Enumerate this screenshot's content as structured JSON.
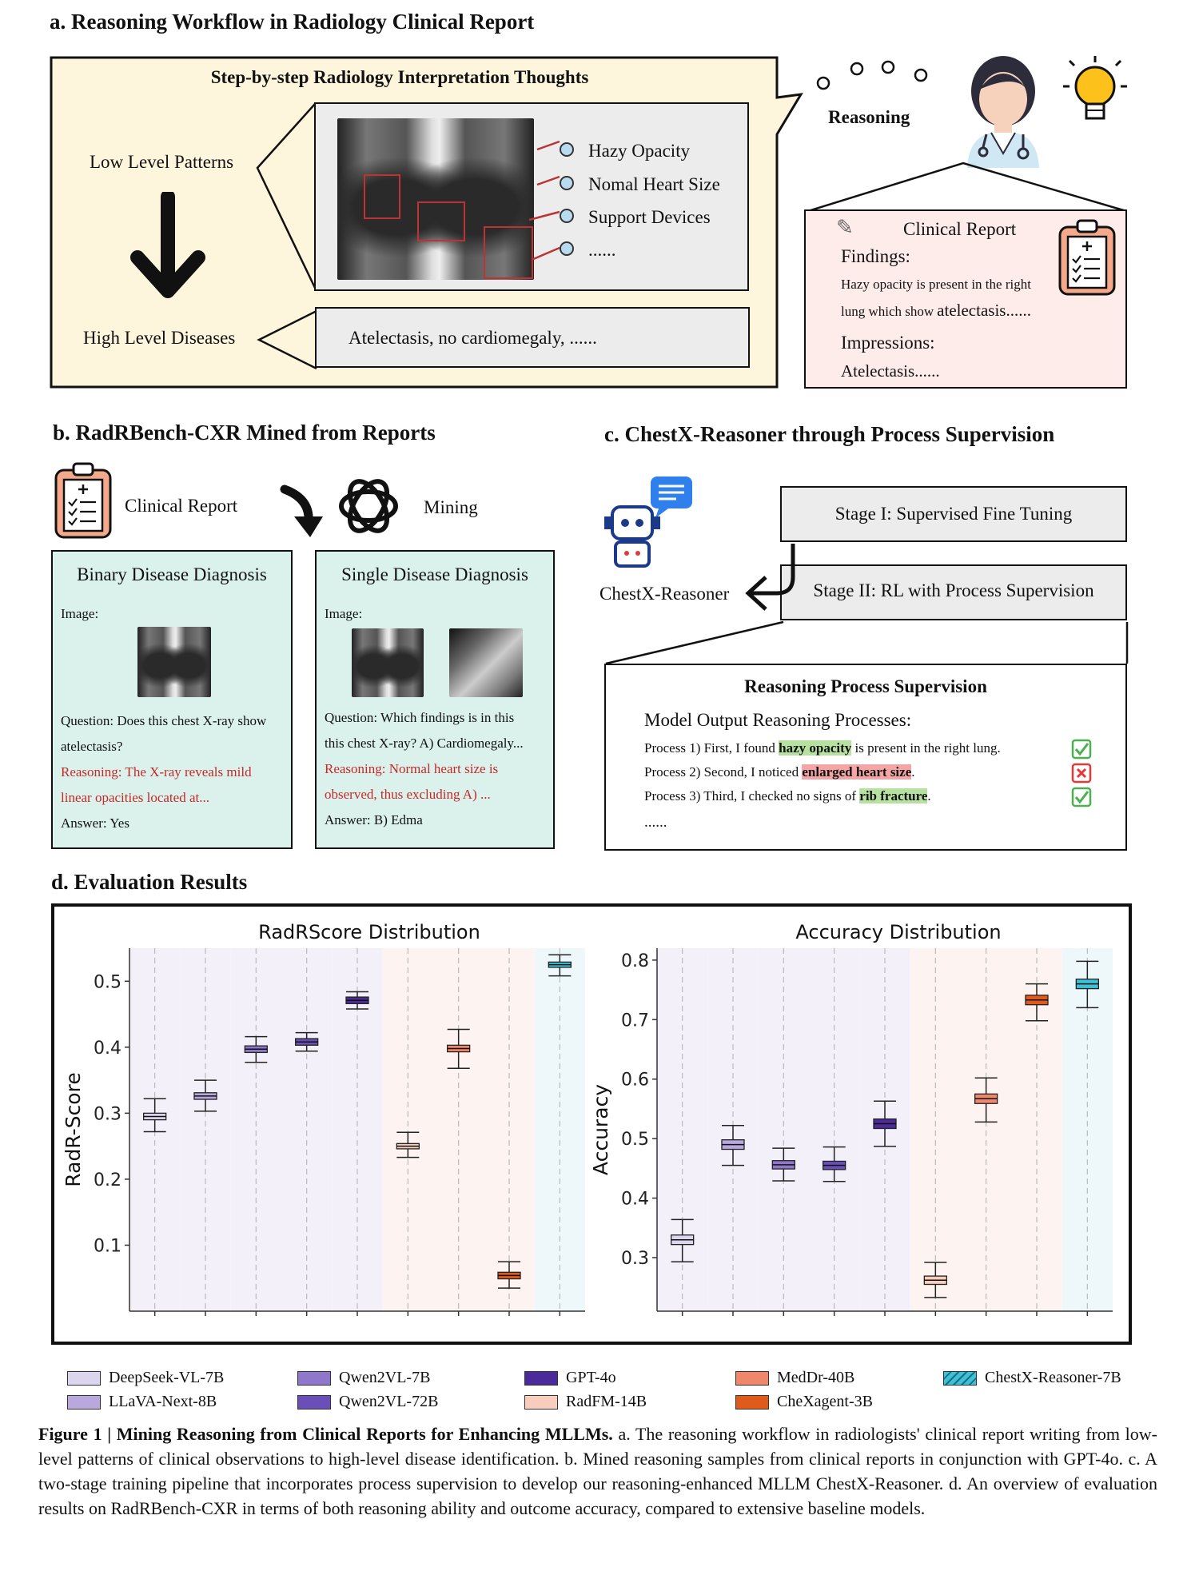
{
  "section_a": {
    "title": "a. Reasoning Workflow in Radiology Clinical Report",
    "box_title": "Step-by-step Radiology Interpretation Thoughts",
    "low_level": "Low Level Patterns",
    "high_level": "High Level Diseases",
    "findings_list": [
      "Hazy Opacity",
      "Nomal Heart Size",
      "Support Devices",
      "......"
    ],
    "diseases_text": "Atelectasis, no cardiomegaly, ......",
    "reasoning_label": "Reasoning",
    "report_title": "Clinical Report",
    "findings_label": "Findings:",
    "findings_text_1": "Hazy opacity is present in the right",
    "findings_text_2": "lung which show",
    "findings_text_3": "atelectasis......",
    "impressions_label": "Impressions:",
    "impressions_text": "Atelectasis......"
  },
  "section_b": {
    "title": "b. RadRBench-CXR Mined from Reports",
    "clinical_report": "Clinical Report",
    "mining": "Mining",
    "binary": {
      "title": "Binary Disease Diagnosis",
      "image_label": "Image:",
      "question_1": "Question: Does this chest X-ray show",
      "question_2": "atelectasis?",
      "reasoning_1": "Reasoning: The X-ray reveals mild",
      "reasoning_2": "linear opacities located at...",
      "answer": "Answer: Yes"
    },
    "single": {
      "title": "Single Disease Diagnosis",
      "image_label": "Image:",
      "question_1": "Question: Which findings is in this",
      "question_2": "this chest X-ray? A) Cardiomegaly...",
      "reasoning_1": "Reasoning: Normal heart size is",
      "reasoning_2": "observed, thus excluding A) ...",
      "answer": "Answer: B) Edma"
    }
  },
  "section_c": {
    "title": "c. ChestX-Reasoner through Process Supervision",
    "model_name": "ChestX-Reasoner",
    "stage1": "Stage I: Supervised Fine Tuning",
    "stage2": "Stage II: RL with Process Supervision",
    "rps_title": "Reasoning Process Supervision",
    "mor_title": "Model Output Reasoning Processes:",
    "p1_pre": "Process 1) First, I found ",
    "p1_hl": "hazy opacity",
    "p1_post": " is present in the right lung.",
    "p2_pre": "Process 2) Second, I noticed ",
    "p2_hl": "enlarged heart size",
    "p2_post": ".",
    "p3_pre": "Process 3) Third, I checked no signs of ",
    "p3_hl": "rib fracture",
    "p3_post": ".",
    "ellipsis": "......"
  },
  "section_d": {
    "title": "d. Evaluation Results"
  },
  "chart_data": [
    {
      "type": "box",
      "title": "RadRScore Distribution",
      "ylabel": "RadR-Score",
      "yticks": [
        "0.1",
        "0.2",
        "0.3",
        "0.4",
        "0.5"
      ],
      "ylim": [
        0.0,
        0.55
      ],
      "series": [
        {
          "name": "DeepSeek-VL-7B",
          "median": 0.295,
          "q1": 0.29,
          "q3": 0.3,
          "low": 0.272,
          "high": 0.322
        },
        {
          "name": "LLaVA-Next-8B",
          "median": 0.326,
          "q1": 0.321,
          "q3": 0.331,
          "low": 0.303,
          "high": 0.35
        },
        {
          "name": "Qwen2VL-7B",
          "median": 0.397,
          "q1": 0.392,
          "q3": 0.402,
          "low": 0.377,
          "high": 0.416
        },
        {
          "name": "Qwen2VL-72B",
          "median": 0.408,
          "q1": 0.403,
          "q3": 0.413,
          "low": 0.394,
          "high": 0.422
        },
        {
          "name": "GPT-4o",
          "median": 0.471,
          "q1": 0.466,
          "q3": 0.476,
          "low": 0.458,
          "high": 0.484
        },
        {
          "name": "RadFM-14B",
          "median": 0.25,
          "q1": 0.246,
          "q3": 0.254,
          "low": 0.233,
          "high": 0.271
        },
        {
          "name": "MedDr-40B",
          "median": 0.398,
          "q1": 0.393,
          "q3": 0.403,
          "low": 0.368,
          "high": 0.427
        },
        {
          "name": "CheXagent-3B",
          "median": 0.054,
          "q1": 0.049,
          "q3": 0.059,
          "low": 0.035,
          "high": 0.075
        },
        {
          "name": "ChestX-Reasoner-7B",
          "median": 0.525,
          "q1": 0.521,
          "q3": 0.529,
          "low": 0.508,
          "high": 0.54
        }
      ]
    },
    {
      "type": "box",
      "title": "Accuracy Distribution",
      "ylabel": "Accuracy",
      "yticks": [
        "0.3",
        "0.4",
        "0.5",
        "0.6",
        "0.7",
        "0.8"
      ],
      "ylim": [
        0.21,
        0.82
      ],
      "series": [
        {
          "name": "DeepSeek-VL-7B",
          "median": 0.33,
          "q1": 0.322,
          "q3": 0.338,
          "low": 0.293,
          "high": 0.364
        },
        {
          "name": "LLaVA-Next-8B",
          "median": 0.49,
          "q1": 0.482,
          "q3": 0.498,
          "low": 0.455,
          "high": 0.522
        },
        {
          "name": "Qwen2VL-7B",
          "median": 0.456,
          "q1": 0.449,
          "q3": 0.463,
          "low": 0.429,
          "high": 0.484
        },
        {
          "name": "Qwen2VL-72B",
          "median": 0.455,
          "q1": 0.448,
          "q3": 0.462,
          "low": 0.428,
          "high": 0.486
        },
        {
          "name": "GPT-4o",
          "median": 0.525,
          "q1": 0.517,
          "q3": 0.533,
          "low": 0.487,
          "high": 0.563
        },
        {
          "name": "RadFM-14B",
          "median": 0.262,
          "q1": 0.255,
          "q3": 0.269,
          "low": 0.233,
          "high": 0.292
        },
        {
          "name": "MedDr-40B",
          "median": 0.567,
          "q1": 0.559,
          "q3": 0.575,
          "low": 0.528,
          "high": 0.602
        },
        {
          "name": "CheXagent-3B",
          "median": 0.733,
          "q1": 0.725,
          "q3": 0.741,
          "low": 0.698,
          "high": 0.76
        },
        {
          "name": "ChestX-Reasoner-7B",
          "median": 0.76,
          "q1": 0.752,
          "q3": 0.768,
          "low": 0.72,
          "high": 0.798
        }
      ]
    }
  ],
  "legend": [
    {
      "name": "DeepSeek-VL-7B",
      "color": "#dcd5ee"
    },
    {
      "name": "LLaVA-Next-8B",
      "color": "#b9a8de"
    },
    {
      "name": "Qwen2VL-7B",
      "color": "#8f78cc"
    },
    {
      "name": "Qwen2VL-72B",
      "color": "#6a4fb8"
    },
    {
      "name": "GPT-4o",
      "color": "#4b2a9a"
    },
    {
      "name": "RadFM-14B",
      "color": "#f9cdbd"
    },
    {
      "name": "MedDr-40B",
      "color": "#f0876a"
    },
    {
      "name": "CheXagent-3B",
      "color": "#e05a1c"
    },
    {
      "name": "ChestX-Reasoner-7B",
      "color": "#3cc1d8"
    }
  ],
  "caption": {
    "bold": "Figure 1 | Mining Reasoning from Clinical Reports for Enhancing MLLMs.",
    "text": " a. The reasoning workflow in radiologists' clinical report writing from low-level patterns of clinical observations to high-level disease identification. b. Mined reasoning samples from clinical reports in conjunction with GPT-4o. c. A two-stage training pipeline that incorporates process supervision to develop our reasoning-enhanced MLLM ChestX-Reasoner. d. An overview of evaluation results on RadRBench-CXR in terms of both reasoning ability and outcome accuracy, compared to extensive baseline models."
  }
}
